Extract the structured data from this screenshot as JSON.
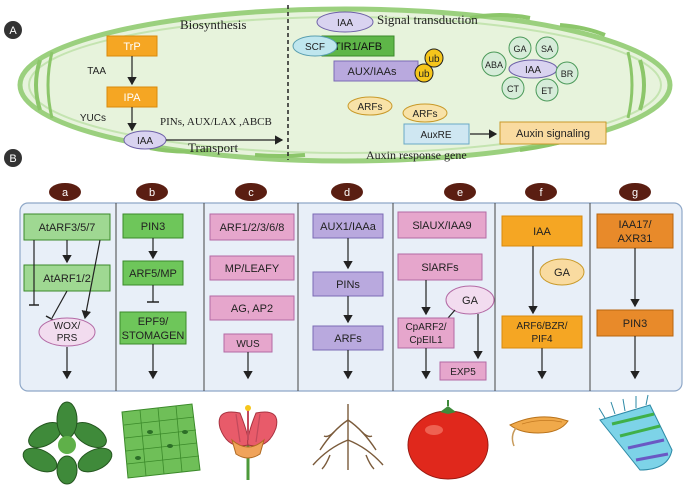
{
  "panel_a": {
    "label": "A",
    "biosynthesis": {
      "title": "Biosynthesis",
      "trp": "TrP",
      "taa": "TAA",
      "ipa": "IPA",
      "yucs": "YUCs",
      "iaa": "IAA"
    },
    "transport": {
      "carriers": "PINs, AUX/LAX ,ABCB",
      "title": "Transport"
    },
    "signal": {
      "title": "Signal transduction",
      "iaa": "IAA",
      "scf": "SCF",
      "tir1": "TIR1/AFB",
      "auxiaas": "AUX/IAAs",
      "ub1": "ub",
      "ub2": "ub",
      "arfs1": "ARFs",
      "arfs2": "ARFs",
      "auxre": "AuxRE",
      "auxin_signaling": "Auxin signaling",
      "response_gene": "Auxin response gene"
    },
    "crosstalk": {
      "center": "IAA",
      "ga": "GA",
      "sa": "SA",
      "aba": "ABA",
      "br": "BR",
      "ct": "CT",
      "et": "ET"
    }
  },
  "panel_b": {
    "label": "B",
    "a": {
      "tag": "a",
      "box1": "AtARF3/5/7",
      "box2": "AtARF1/2",
      "box3": "WOX/\nPRS"
    },
    "b": {
      "tag": "b",
      "box1": "PIN3",
      "box2": "ARF5/MP",
      "box3": "EPF9/\nSTOMAGEN"
    },
    "c": {
      "tag": "c",
      "box1": "ARF1/2/3/6/8",
      "box2": "MP/LEAFY",
      "box3": "AG, AP2",
      "box4": "WUS"
    },
    "d": {
      "tag": "d",
      "box1": "AUX1/IAAa",
      "box2": "PINs",
      "box3": "ARFs"
    },
    "e": {
      "tag": "e",
      "box1": "SlAUX/IAA9",
      "box2": "SlARFs",
      "ga": "GA",
      "box3": "CpARF2/\nCpEIL1",
      "box4": "EXP5"
    },
    "f": {
      "tag": "f",
      "box1": "IAA",
      "ga": "GA",
      "box2": "ARF6/BZR/\nPIF4"
    },
    "g": {
      "tag": "g",
      "box1": "IAA17/\nAXR31",
      "box2": "PIN3"
    }
  },
  "icons": [
    "rosette-plant-icon",
    "leaf-epidermis-icon",
    "flower-icon",
    "root-icon",
    "tomato-icon",
    "seed-icon",
    "root-tip-icon"
  ],
  "colors": {
    "cell_fill": "#e7f3dc",
    "cell_border": "#8cc66a",
    "orange": "#f5a623",
    "green": "#7cc46a",
    "pink": "#e6a6cc",
    "purple": "#b9a9de",
    "blue_panel": "#e8eff8"
  }
}
